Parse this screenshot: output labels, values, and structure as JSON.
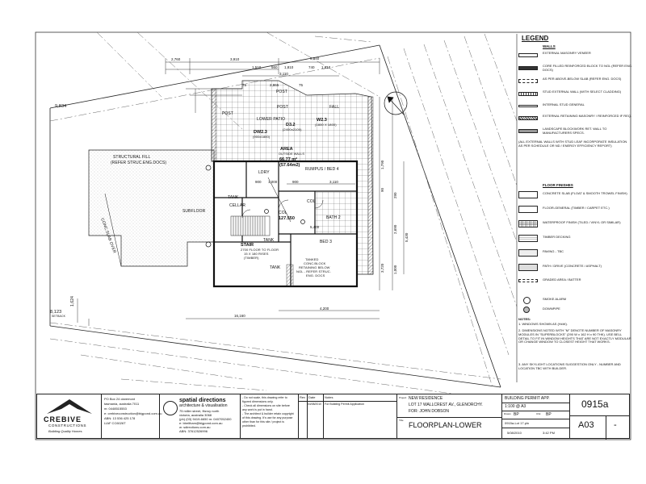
{
  "plan": {
    "labels": {
      "structural_fill": "STRUCTURAL FILL",
      "structural_fill_ref": "(REFER STRUC.ENG.DOCS)",
      "subfloor": "SUBFLOOR",
      "lower_patio": "LOWER PATIO",
      "post1": "POST",
      "post2": "POST",
      "post3": "POST",
      "rumpus": "RUMPUS / BED 4",
      "area_title": "AREA",
      "area_sub": "OUTSIDE WALLS",
      "area_val1": "66.77 m²",
      "area_val2": "(57.64m2)",
      "bed3": "BED 3",
      "bath2": "BATH 2",
      "ldry": "LDRY",
      "cellar": "CELLAR",
      "tank1": "TANK",
      "tank2": "TANK",
      "tank3": "TANK",
      "stair": "STAIR",
      "stair_note": "2700 FLOOR TO FLOOR",
      "stair_note2": "15 X 180 RISES",
      "stair_note3": "(TIMBER)",
      "tanked_note1": "TANKED",
      "tanked_note2": "CONC.BLOCK",
      "tanked_note3": "RETAINING BELOW",
      "tanked_note4": "NGL - REFER STRUC.",
      "tanked_note5": "ENG. DOCS",
      "col1": "COL",
      "col2": "COL",
      "rl": "127.550",
      "dw2": "DW2.3",
      "dw2_sub": "(900x1800)",
      "d32": "D3.2",
      "d32_sub": "(2400x2100)",
      "w23": "W2.3",
      "w23_sub": "(1800 X 1800)",
      "fall": "FALL",
      "conc_slab": "CONC.SLAB OVER",
      "setback_left": "9,834",
      "setback_bot": "8,123",
      "setback_bot_sub": "SETBACK",
      "wall_fill": "1,624"
    },
    "dims": {
      "d_2760": "2,760",
      "d_3910": "3,910",
      "d_5840": "5,840",
      "d_1510": "1,510",
      "d_560": "560",
      "d_1810": "1,810",
      "d_740": "740",
      "d_1810b": "1,810",
      "d_3110": "3,110",
      "d_75": "75",
      "d_2865": "2,865",
      "d_75b": "75",
      "d_1000": "1,000",
      "d_900": "900",
      "d_900b": "900",
      "d_5400": "5,400",
      "d_16160": "16,160",
      "d_4200": "4,200",
      "d_3110b": "3,110",
      "d_1790": "1,790",
      "d_90": "90",
      "d_290": "290",
      "d_2690": "2,690",
      "d_3720": "3,720",
      "d_1000b": "1,000",
      "d_5430": "5,430"
    }
  },
  "legend": {
    "title": "LEGEND",
    "walls_title": "WALLS",
    "walls": [
      "EXTERNAL MASONRY VENEER",
      "CORE FILLED REINFORCED BLOCK TO NGL (REFER ENG. DOCS)",
      "AS PER ABOVE-BELOW SLAB (REFER ENG. DOCS)",
      "STUD EXTERNAL WALL (WITH SELECT CLADDING)",
      "INTERNAL STUD GENERAL",
      "EXTERNAL RETAINING MASONRY / REINFORCED IF REQ.",
      "LANDSCAPE BLOCKWORK RET. WALL TO MANUFACTURERS SPECS."
    ],
    "walls_note": "(ALL EXTERNAL WALLS WITH STUD LEAF INCORPORATE INSULATION AS PER SCHEDULE OR ND / ENERGY EFFICIENCY REPORT)",
    "floor_title": "FLOOR FINISHES",
    "floors": [
      "CONCRETE SLAB (FLOAT & SMOOTH TROWEL FINISH)",
      "FLOOR-GENERAL (TIMBER / CARPET ETC.)",
      "WATERPROOF FINISH (TILED / VINYL OR SIMILAR)",
      "TIMBER DECKING",
      "PAVING - TBC",
      "PATH / DRIVE (CONCRETE / ASPHALT)",
      "GRADED AREA / BATTER"
    ],
    "symbols": [
      "SMOKE ALARM",
      "DOWNPIPE"
    ],
    "notes_title": "NOTES:",
    "notes": [
      "1. WINDOWS SHOWN AS (HxW).",
      "2. DIMENSIONS NOTED WITH \"M\" DENOTE NUMBER OF MASONRY MODULES IN \"SUPERBLOCKS\" (290 W x 162 H x 90 THK). USE BELL DETAIL TO FIT IN WINDOW HEIGHTS THAT ARE NOT EXACTLY MODULAR OR CHANGE WINDOW TO CLOSEST HEIGHT THAT WORKS.",
      "3. ANY SKYLIGHT LOCATIONS SUGGESTION ONLY - NUMBER AND LOCATION TBC WITH BUILDER."
    ]
  },
  "titleblock": {
    "builder_name": "CREBIVE",
    "builder_sub": "CONSTRUCTIONS",
    "builder_tag": "Building Quality Homes",
    "builder_addr": [
      "PO Box 24 claremont",
      "tasmania, australia 7011",
      "m: 0448515553",
      "e: crebiveconstruction@bigpond.com.au",
      "ABN: 13 536 425 178",
      "LIAF CC6026T"
    ],
    "designer_name": "spatial directions",
    "designer_sub": "architecture & visualisation",
    "designer_addr": [
      "75 miller street, fitzroy north",
      "victoria, australia 3068",
      "(ph) (03) 9419-6650  m: 0407052400",
      "e: bbeltham@bigpond.com.au",
      "w: sdirections.com.au",
      "ABN: 37612526996"
    ],
    "disclaimer": [
      "- Do not scale, this drawing refer to",
      "  figured dimensions only.",
      "- Check all dimensions on site before",
      "  any work is put in hand.",
      "- The architect & builder retain copyright",
      "  of this drawing. It's use for any purpose",
      "  other than for this site / project is",
      "  prohibited."
    ],
    "rev_head": "Rev",
    "date_head": "Date",
    "notes_head": "Notes",
    "rev_date": "04/08/2010",
    "rev_note": "For Building Permit Application",
    "proj_label": "Project",
    "project": "NEW RESIDENCE",
    "address": "LOT 17 WALLCREST AV., GLENORCHY.",
    "client": "FOR:  JOHN DOBSON",
    "title_label": "Title",
    "drawing_title": "FLOORPLAN-LOWER",
    "status": "BUILDING PERMIT APP.",
    "scale": "1:100 @ A3",
    "drawn_label": "Drawn",
    "drawn": "BP",
    "checked_label": "Chk",
    "checked": "BP",
    "file": "0915a-Lot 17.pln",
    "date": "5/08/2010",
    "time": "3:42 PM",
    "job_no": "0915a",
    "sheet": "A03",
    "rev": "-"
  }
}
